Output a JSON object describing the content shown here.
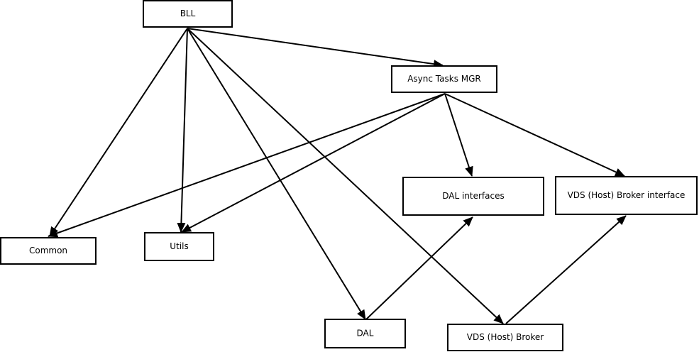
{
  "diagram": {
    "colors": {
      "stroke": "#000000",
      "fill": "#ffffff",
      "text": "#000000"
    },
    "nodes": [
      {
        "id": "bll",
        "label": "BLL"
      },
      {
        "id": "async",
        "label": "Async Tasks MGR"
      },
      {
        "id": "dal-interfaces",
        "label": "DAL interfaces"
      },
      {
        "id": "vds-broker-interface",
        "label": "VDS (Host) Broker interface"
      },
      {
        "id": "common",
        "label": "Common"
      },
      {
        "id": "utils",
        "label": "Utils"
      },
      {
        "id": "dal",
        "label": "DAL"
      },
      {
        "id": "vds-broker",
        "label": "VDS (Host) Broker"
      }
    ],
    "edges": [
      {
        "from": "bll",
        "to": "async"
      },
      {
        "from": "bll",
        "to": "common"
      },
      {
        "from": "bll",
        "to": "utils"
      },
      {
        "from": "bll",
        "to": "dal"
      },
      {
        "from": "bll",
        "to": "vds-broker"
      },
      {
        "from": "async",
        "to": "common"
      },
      {
        "from": "async",
        "to": "utils"
      },
      {
        "from": "async",
        "to": "dal-interfaces"
      },
      {
        "from": "async",
        "to": "vds-broker-interface"
      },
      {
        "from": "dal",
        "to": "dal-interfaces"
      },
      {
        "from": "vds-broker",
        "to": "vds-broker-interface"
      }
    ]
  }
}
